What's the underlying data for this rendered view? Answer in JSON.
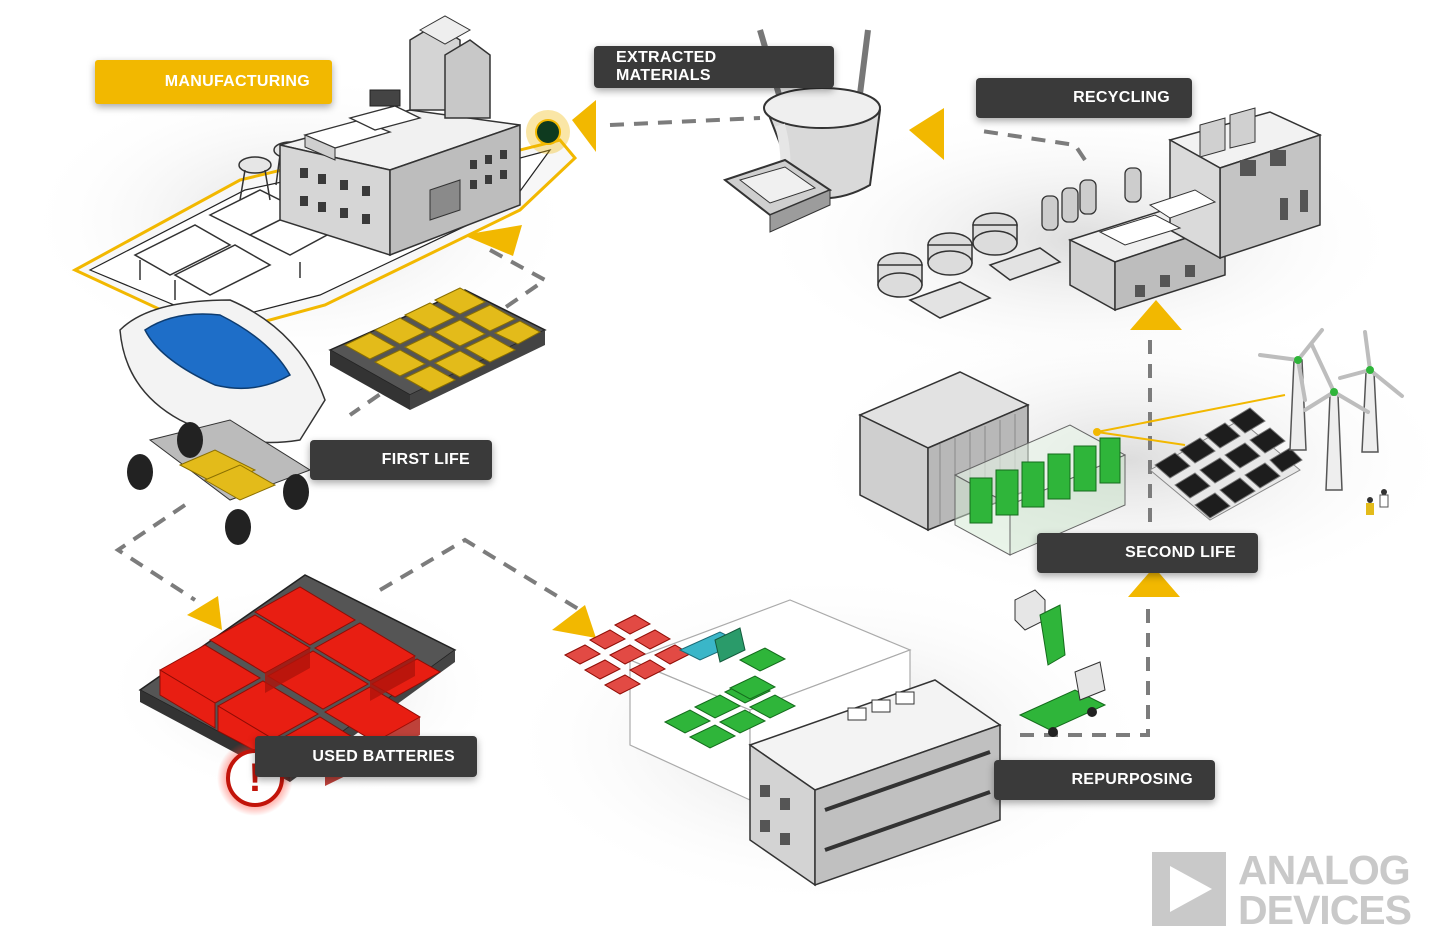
{
  "stages": {
    "manufacturing": "MANUFACTURING",
    "extracted_materials": "EXTRACTED MATERIALS",
    "recycling": "RECYCLING",
    "first_life": "FIRST LIFE",
    "second_life": "SECOND LIFE",
    "used_batteries": "USED BATTERIES",
    "repurposing": "REPURPOSING"
  },
  "warning": {
    "symbol": "!",
    "icon": "warning-icon"
  },
  "logo": {
    "line1": "ANALOG",
    "line2": "DEVICES"
  },
  "colors": {
    "label_dark": "#3a3a3a",
    "label_yellow": "#f2b800",
    "arrow_yellow": "#f2b800",
    "battery_yellow": "#e3bb1a",
    "battery_red": "#e81e12",
    "battery_green": "#2fb53a",
    "car_blue": "#1e6ec8",
    "logo_gray": "#c9c9c9"
  }
}
